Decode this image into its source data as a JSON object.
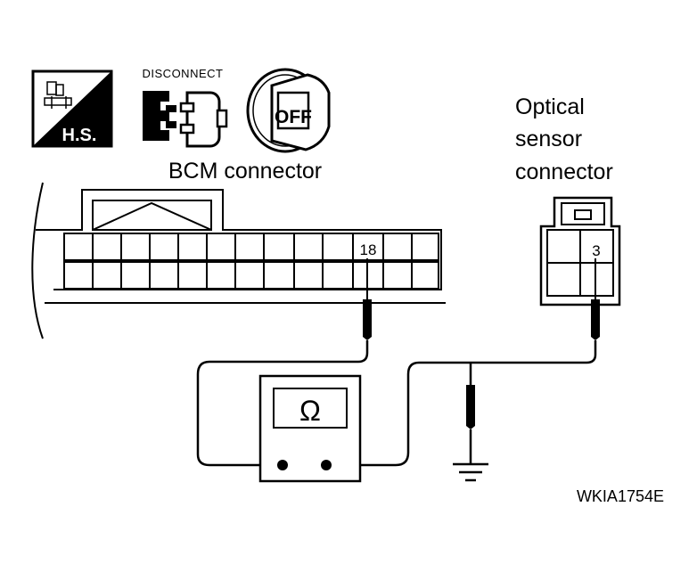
{
  "icons": {
    "hs_label": "H.S.",
    "disconnect_label": "DISCONNECT",
    "off_label": "OFF"
  },
  "bcm": {
    "title": "BCM connector",
    "pin": "18"
  },
  "optical": {
    "title_lines": [
      "Optical",
      "sensor",
      "connector"
    ],
    "pin": "3"
  },
  "meter": {
    "symbol": "Ω"
  },
  "figure_code": "WKIA1754E",
  "colors": {
    "line": "#000000",
    "background": "#ffffff"
  }
}
